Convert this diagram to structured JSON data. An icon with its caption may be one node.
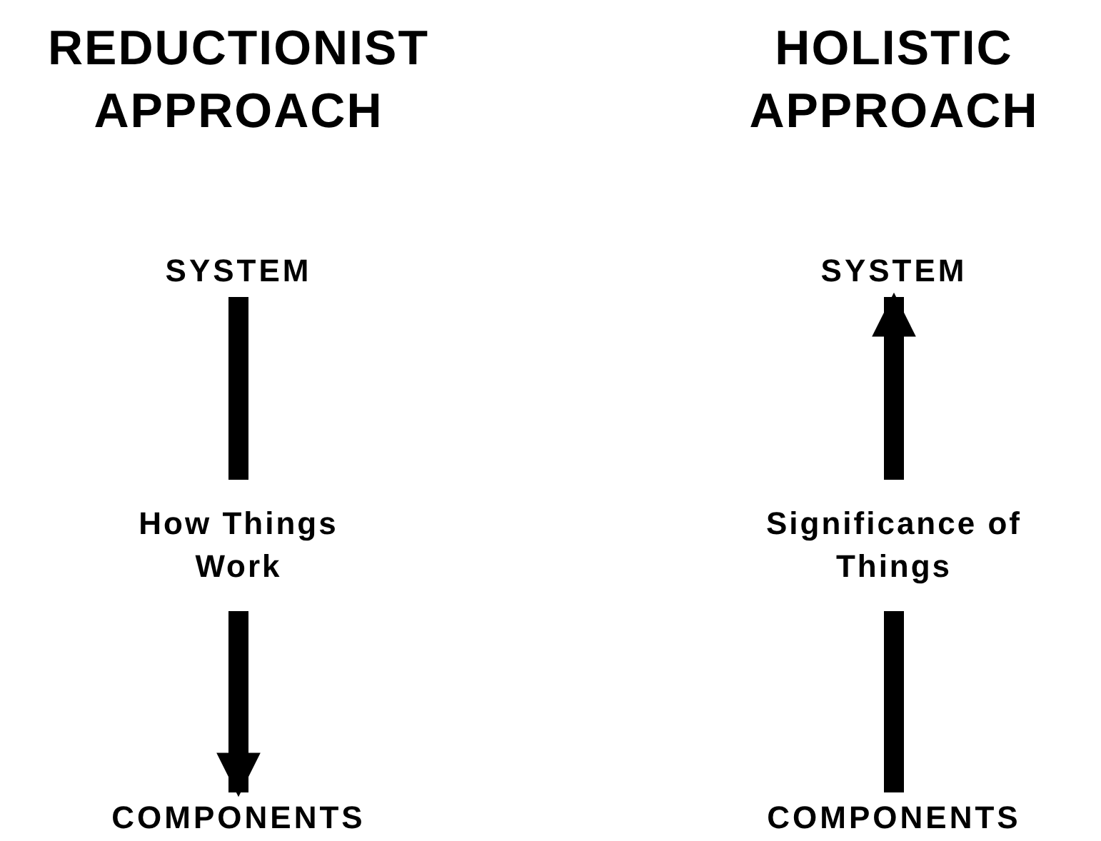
{
  "diagram": {
    "nodes": [
      {
        "text": [
          "SYSTEM"
        ]
      },
      {
        "text": [
          "COMPONENTS"
        ]
      },
      {
        "text": [
          "SYSTEM"
        ]
      },
      {
        "text": [
          "COMPONENTS"
        ]
      }
    ],
    "edges": [
      {
        "from": 0,
        "to": 1,
        "arrow": "to",
        "label": "How Things Work"
      },
      {
        "from": 3,
        "to": 2,
        "arrow": "to",
        "label": "Significance of Things"
      }
    ],
    "labels": [
      "REDUCTIONIST APPROACH",
      "HOLISTIC APPROACH"
    ]
  }
}
